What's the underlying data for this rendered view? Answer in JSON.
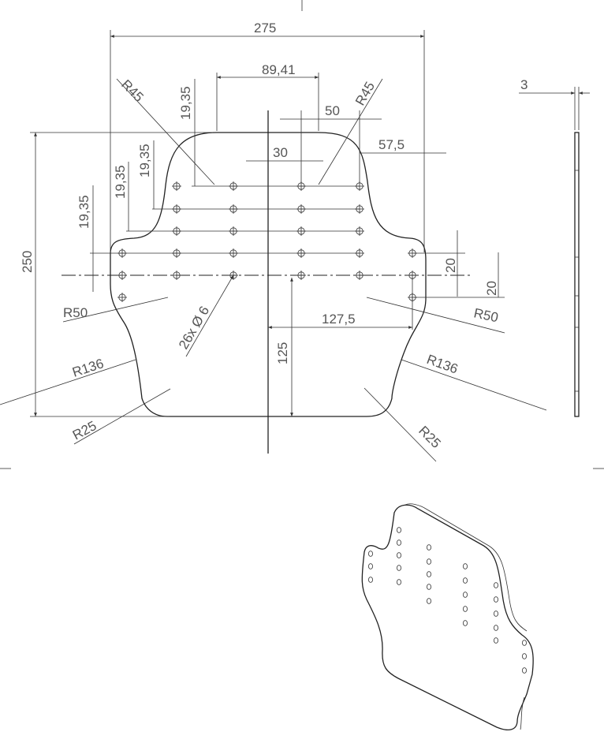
{
  "drawing": {
    "dimensions": {
      "overall_width": "275",
      "overall_height": "250",
      "thickness": "3",
      "top_slot_width": "89,41",
      "hole_spacing_50": "50",
      "hole_spacing_30": "30",
      "offset_57_5": "57,5",
      "vertical_pitch_a": "19,35",
      "vertical_pitch_b": "19,35",
      "vertical_pitch_c": "19,35",
      "vertical_pitch_d": "19,35",
      "side_hole_offset_upper": "20",
      "side_hole_offset_lower": "20",
      "half_width": "127,5",
      "half_height": "125",
      "hole_callout": "26x Ø 6"
    },
    "radii": {
      "top_left": "R45",
      "top_right": "R45",
      "mid_left": "R50",
      "mid_right": "R50",
      "waist_left": "R136",
      "waist_right": "R136",
      "bottom_left": "R25",
      "bottom_right": "R25"
    }
  }
}
